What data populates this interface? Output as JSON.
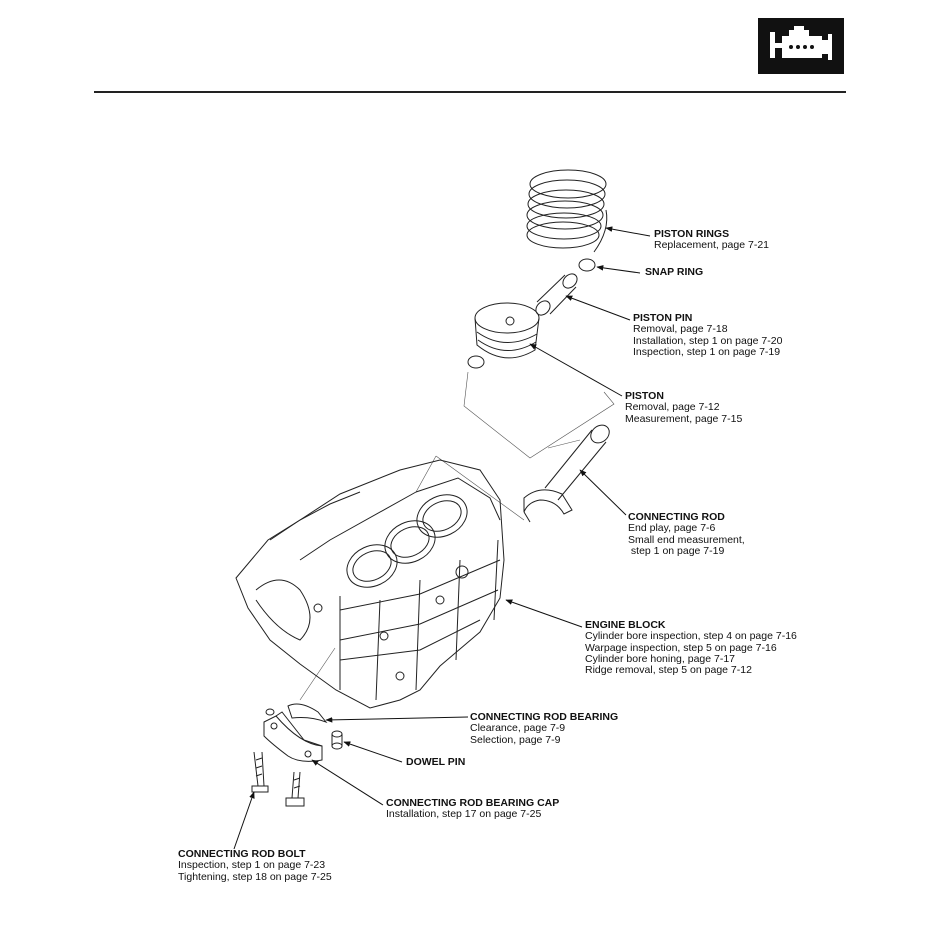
{
  "header": {
    "badge_icon": "engine-icon"
  },
  "callouts": {
    "piston_rings": {
      "title": "PISTON RINGS",
      "refs": [
        "Replacement, page 7-21"
      ]
    },
    "snap_ring": {
      "title": "SNAP RING"
    },
    "piston_pin": {
      "title": "PISTON PIN",
      "refs": [
        "Removal, page 7-18",
        "Installation, step 1 on page 7-20",
        "Inspection, step 1 on page 7-19"
      ]
    },
    "piston": {
      "title": "PISTON",
      "refs": [
        "Removal, page 7-12",
        "Measurement, page 7-15"
      ]
    },
    "connecting_rod": {
      "title": "CONNECTING ROD",
      "refs": [
        "End play, page 7-6",
        "Small end measurement,",
        " step 1 on page 7-19"
      ]
    },
    "engine_block": {
      "title": "ENGINE BLOCK",
      "refs": [
        "Cylinder bore inspection, step 4 on page 7-16",
        "Warpage inspection, step 5 on page 7-16",
        "Cylinder bore honing, page 7-17",
        "Ridge removal, step 5 on page 7-12"
      ]
    },
    "connecting_rod_bearing": {
      "title": "CONNECTING ROD BEARING",
      "refs": [
        "Clearance, page 7-9",
        "Selection, page 7-9"
      ]
    },
    "dowel_pin": {
      "title": "DOWEL PIN"
    },
    "connecting_rod_bearing_cap": {
      "title": "CONNECTING ROD BEARING CAP",
      "refs": [
        "Installation, step 17 on page 7-25"
      ]
    },
    "connecting_rod_bolt": {
      "title": "CONNECTING ROD BOLT",
      "refs": [
        "Inspection, step 1 on page 7-23",
        "Tightening, step 18 on page 7-25"
      ]
    }
  }
}
